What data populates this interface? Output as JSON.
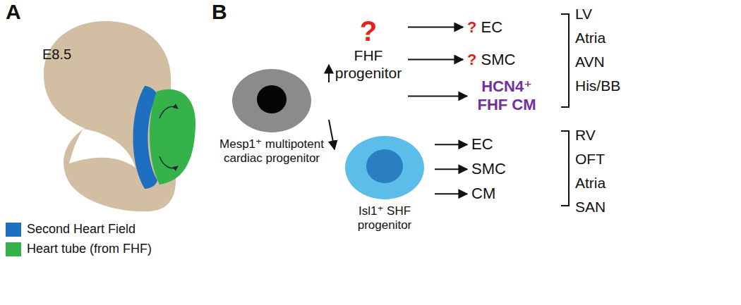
{
  "diagram": {
    "nodes": [
      {
        "text": [
          "Mesp1⁺ multipotent cardiac progenitor"
        ]
      },
      {
        "text": [
          "?",
          "FHF progenitor"
        ]
      },
      {
        "text": [
          "Isl1⁺ SHF progenitor"
        ]
      },
      {
        "text": [
          "?",
          "EC"
        ]
      },
      {
        "text": [
          "?",
          "SMC"
        ]
      },
      {
        "text": [
          "HCN4⁺ FHF CM"
        ]
      },
      {
        "text": [
          "EC"
        ]
      },
      {
        "text": [
          "SMC"
        ]
      },
      {
        "text": [
          "CM"
        ]
      }
    ],
    "edges": [
      {
        "from": 0,
        "to": 1,
        "arrow": "to"
      },
      {
        "from": 0,
        "to": 2,
        "arrow": "to"
      },
      {
        "from": 1,
        "to": 3,
        "arrow": "to"
      },
      {
        "from": 1,
        "to": 4,
        "arrow": "to"
      },
      {
        "from": 1,
        "to": 5,
        "arrow": "to"
      },
      {
        "from": 2,
        "to": 6,
        "arrow": "to"
      },
      {
        "from": 2,
        "to": 7,
        "arrow": "to"
      },
      {
        "from": 2,
        "to": 8,
        "arrow": "to"
      }
    ],
    "labels": [
      "A",
      "E8.5",
      "B",
      "LV",
      "Atria",
      "AVN",
      "His/BB",
      "RV",
      "OFT",
      "Atria",
      "SAN"
    ],
    "legend": [
      {
        "text": "Second Heart Field",
        "color": "#1f6fc0"
      },
      {
        "text": "Heart tube (from FHF)",
        "color": "#35b34a"
      }
    ]
  }
}
